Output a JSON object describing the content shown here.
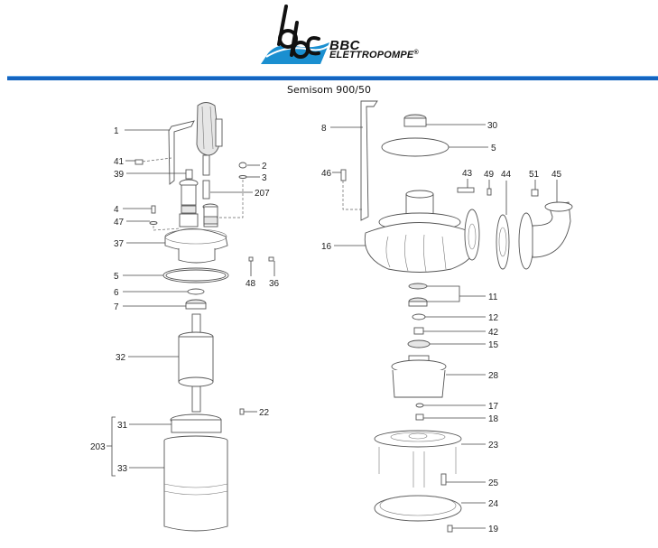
{
  "header": {
    "logo": {
      "icon": "bbc-logo-icon",
      "brand_line1": "BBC",
      "brand_line2": "ELETTROPOMPE",
      "registered_mark": "®",
      "accent_color": "#1a8fd0"
    },
    "divider_color": "#1565c0",
    "title": "Semisom 900/50"
  },
  "diagram": {
    "left_labels": [
      "1",
      "41",
      "39",
      "2",
      "3",
      "207",
      "4",
      "47",
      "37",
      "5",
      "6",
      "7",
      "48",
      "36",
      "32",
      "22",
      "31",
      "203",
      "33"
    ],
    "right_labels": [
      "8",
      "30",
      "5",
      "46",
      "43",
      "49",
      "44",
      "51",
      "45",
      "16",
      "11",
      "12",
      "42",
      "15",
      "28",
      "17",
      "18",
      "23",
      "25",
      "24",
      "19"
    ]
  }
}
